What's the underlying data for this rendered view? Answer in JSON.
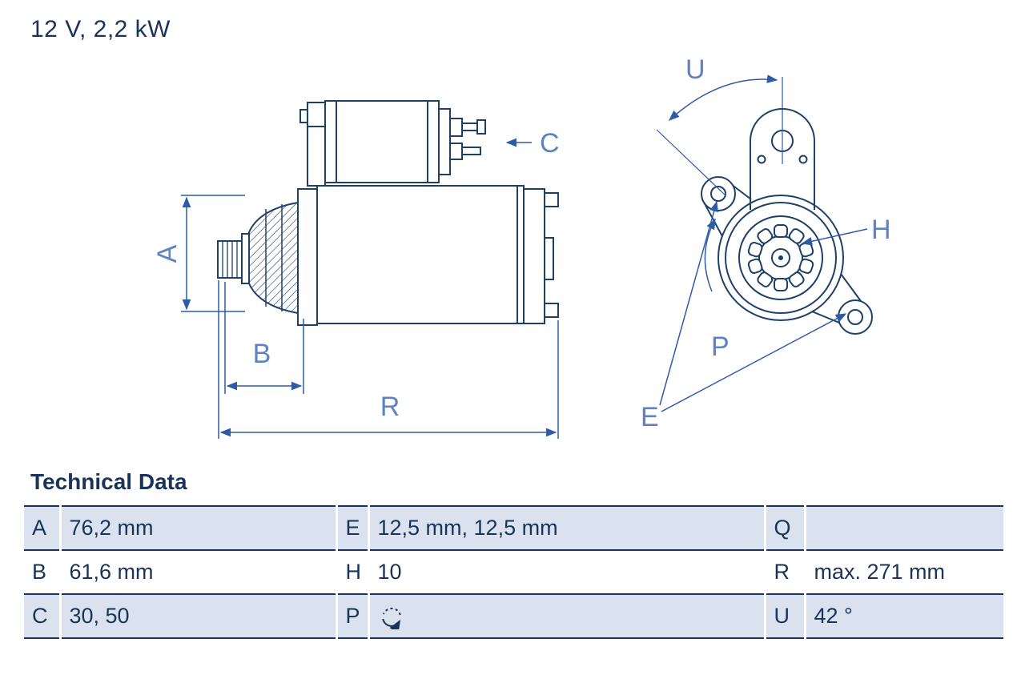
{
  "title": "12 V, 2,2 kW",
  "section": {
    "heading": "Technical Data"
  },
  "diagram": {
    "side_view_labels": {
      "A": "A",
      "B": "B",
      "C": "C",
      "R": "R"
    },
    "front_view_labels": {
      "U": "U",
      "H": "H",
      "P": "P",
      "E": "E"
    }
  },
  "table": {
    "rows": [
      {
        "c1_key": "A",
        "c1_val": "76,2 mm",
        "c2_key": "E",
        "c2_val": "12,5 mm, 12,5 mm",
        "c3_key": "Q",
        "c3_val": ""
      },
      {
        "c1_key": "B",
        "c1_val": "61,6 mm",
        "c2_key": "H",
        "c2_val": "10",
        "c3_key": "R",
        "c3_val": "max. 271 mm"
      },
      {
        "c1_key": "C",
        "c1_val": "30, 50",
        "c2_key": "P",
        "c2_icon": "rotation-direction-icon",
        "c3_key": "U",
        "c3_val": "42 °"
      }
    ]
  },
  "colors": {
    "ink": "#1b3358",
    "outline": "#1e3f66",
    "dimension_line": "#2e5ba6",
    "dimension_label": "#5f82c3",
    "table_row_shaded": "#d9e2ee",
    "table_row_plain": "#ffffff"
  }
}
